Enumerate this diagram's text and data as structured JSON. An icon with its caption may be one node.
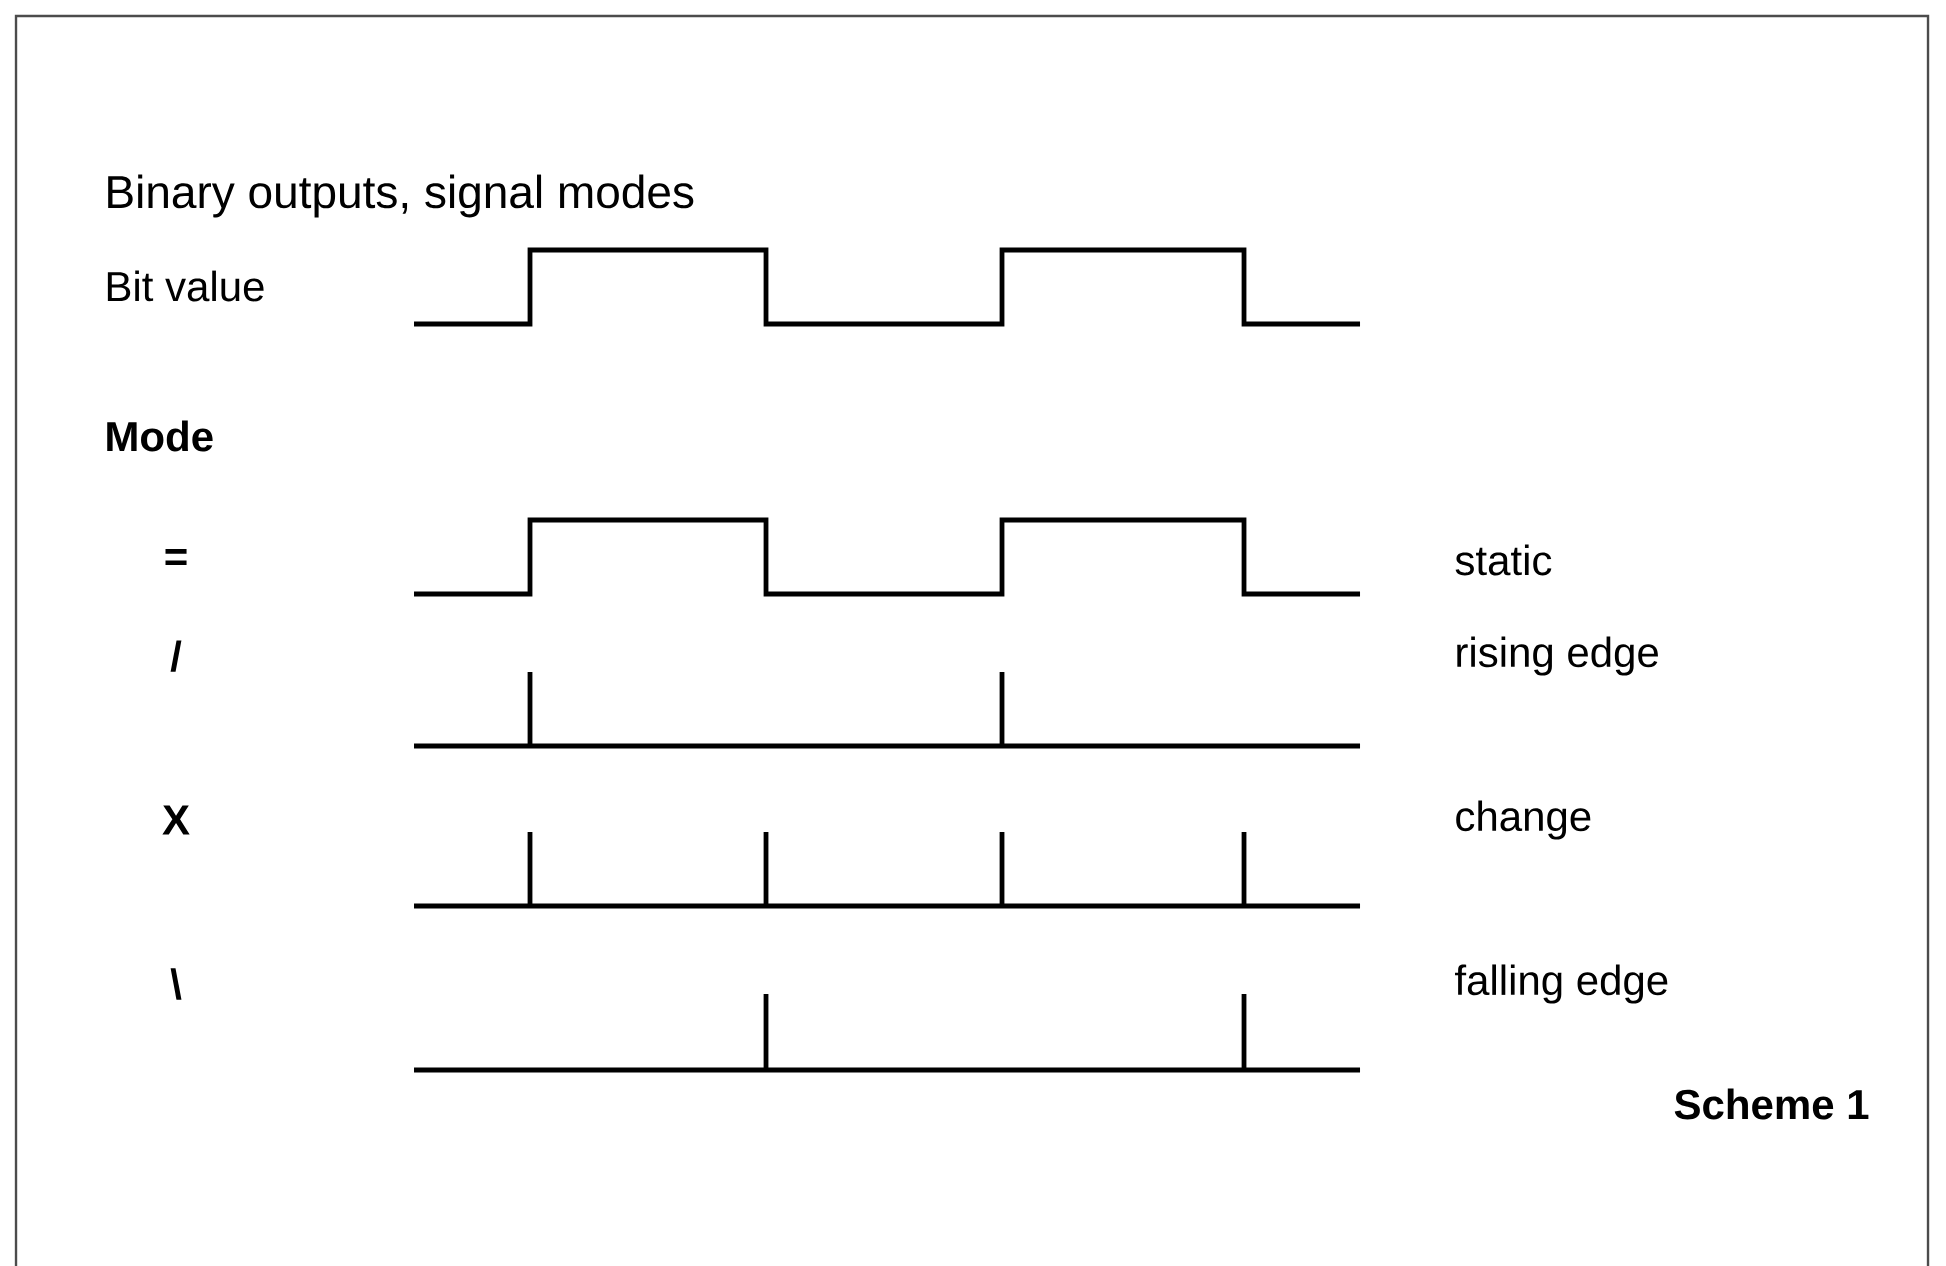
{
  "diagram": {
    "title": "Binary outputs, signal modes",
    "labels": [
      "Bit value",
      "Mode",
      "=",
      "static",
      "/",
      "rising edge",
      "X",
      "change",
      "\\",
      "falling edge",
      "Scheme 1"
    ]
  }
}
